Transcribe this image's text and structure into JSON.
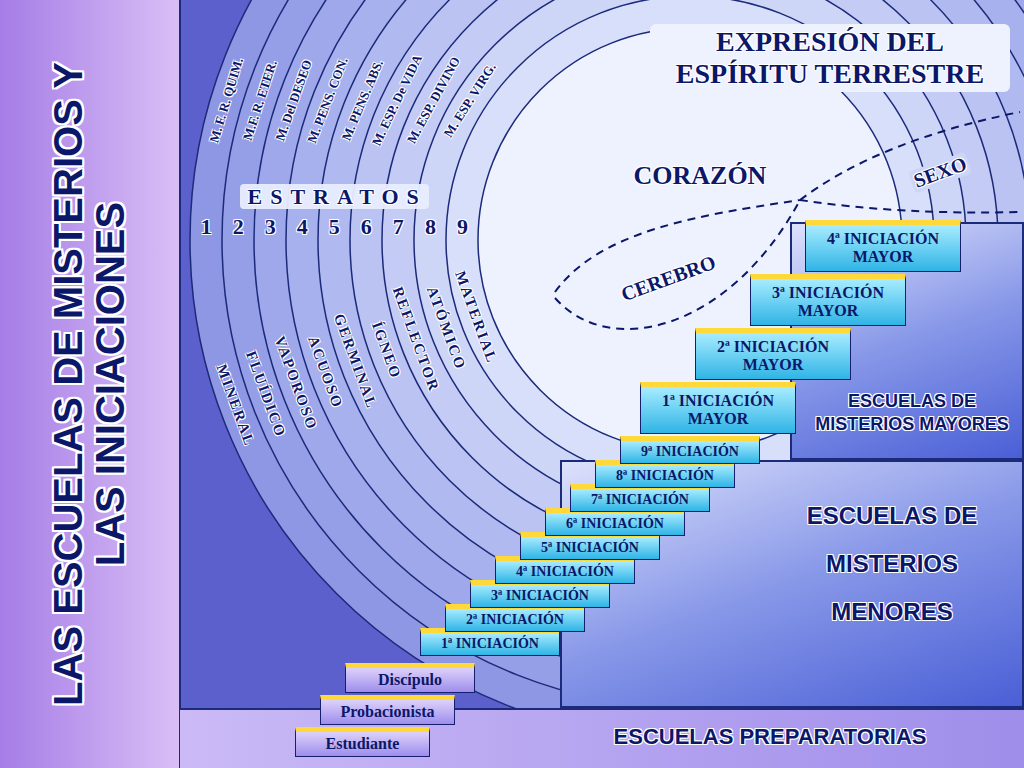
{
  "diagram": {
    "title": "LAS ESCUELAS DE MISTERIOS Y LAS INICIACIONES",
    "nodes": [
      {
        "text": [
          "ESCUELAS PREPARATORIAS"
        ]
      },
      {
        "text": [
          "ESCUELAS DE MISTERIOS MENORES"
        ]
      },
      {
        "text": [
          "ESCUELAS DE MISTERIOS MAYORES"
        ]
      },
      {
        "text": [
          "Estudiante"
        ]
      },
      {
        "text": [
          "Probacionista"
        ]
      },
      {
        "text": [
          "Discípulo"
        ]
      },
      {
        "text": [
          "1ª INICIACIÓN"
        ]
      },
      {
        "text": [
          "2ª INICIACIÓN"
        ]
      },
      {
        "text": [
          "3ª INICIACIÓN"
        ]
      },
      {
        "text": [
          "4ª INICIACIÓN"
        ]
      },
      {
        "text": [
          "5ª INICIACIÓN"
        ]
      },
      {
        "text": [
          "6ª INICIACIÓN"
        ]
      },
      {
        "text": [
          "7ª INICIACIÓN"
        ]
      },
      {
        "text": [
          "8ª INICIACIÓN"
        ]
      },
      {
        "text": [
          "9ª INICIACIÓN"
        ]
      },
      {
        "text": [
          "1ª INICIACIÓN MAYOR"
        ]
      },
      {
        "text": [
          "2ª INICIACIÓN MAYOR"
        ]
      },
      {
        "text": [
          "3ª INICIACIÓN MAYOR"
        ]
      },
      {
        "text": [
          "4ª INICIACIÓN MAYOR"
        ]
      }
    ],
    "labels": [
      "EXPRESIÓN DEL ESPÍRITU TERRESTRE",
      "CORAZÓN",
      "CEREBRO",
      "SEXO",
      "ESTRATOS",
      "1",
      "2",
      "3",
      "4",
      "5",
      "6",
      "7",
      "8",
      "9",
      "M. F. R. QUIM.",
      "M.F. R. ETER.",
      "M. Del DESEO",
      "M. PENS. CON.",
      "M. PENS. ABS.",
      "M. ESP. De VIDA",
      "M. ESP. DIVINO",
      "M. ESP. VIRG.",
      "MINERAL",
      "FLUÍDICO",
      "VAPOROSO",
      "ACUOSO",
      "GERMINAL",
      "ÍGNEO",
      "REFLECTOR",
      "ATÓMICO",
      "MATERIAL"
    ]
  }
}
